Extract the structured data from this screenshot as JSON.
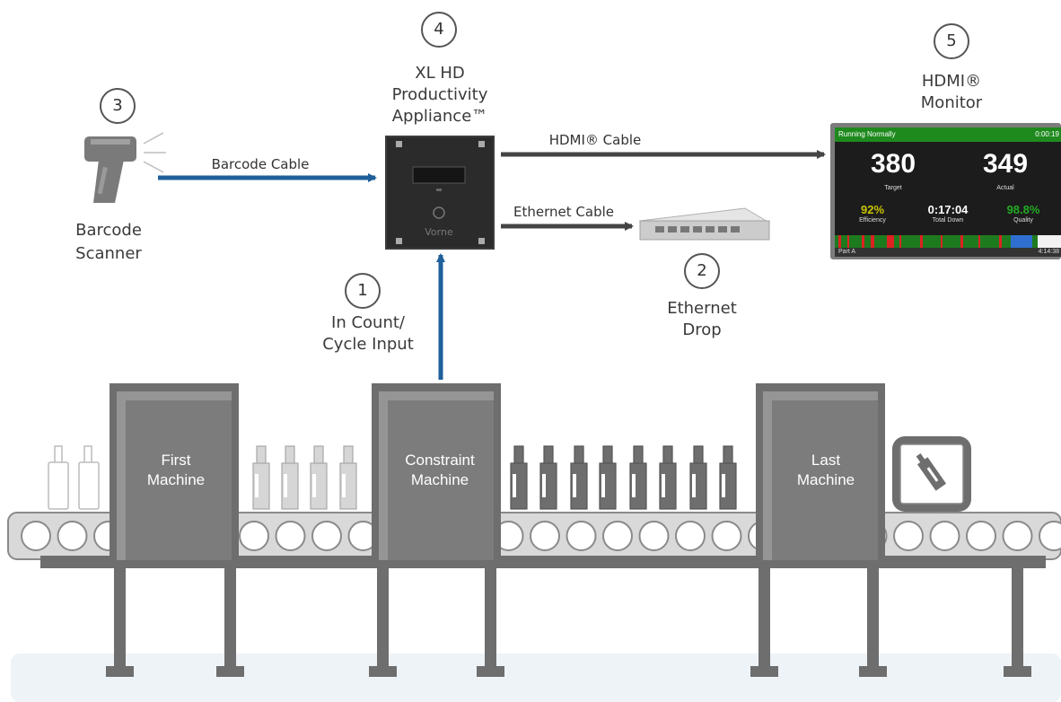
{
  "steps": {
    "in_count": {
      "number": "1",
      "lines": [
        "In Count/",
        "Cycle Input"
      ]
    },
    "ethernet_drop": {
      "number": "2",
      "lines": [
        "Ethernet",
        "Drop"
      ]
    },
    "barcode_scanner": {
      "number": "3",
      "lines": [
        "Barcode",
        "Scanner"
      ]
    },
    "appliance": {
      "number": "4",
      "lines": [
        "XL HD",
        "Productivity",
        "Appliance™"
      ]
    },
    "hdmi_monitor": {
      "number": "5",
      "lines": [
        "HDMI®",
        "Monitor"
      ]
    }
  },
  "cables": {
    "barcode": "Barcode Cable",
    "hdmi": "HDMI® Cable",
    "ethernet": "Ethernet Cable"
  },
  "appliance_badge": "Vorne",
  "machines": {
    "first": [
      "First",
      "Machine"
    ],
    "constraint": [
      "Constraint",
      "Machine"
    ],
    "last": [
      "Last",
      "Machine"
    ]
  },
  "monitor": {
    "status": "Running Normally",
    "elapsed": "0:00:19",
    "target_value": "380",
    "target_label": "Target",
    "actual_value": "349",
    "actual_label": "Actual",
    "efficiency_value": "92%",
    "efficiency_label": "Efficiency",
    "down_value": "0:17:04",
    "down_label": "Total Down",
    "quality_value": "98.8%",
    "quality_label": "Quality",
    "part": "Part A",
    "time": "4:14:38"
  },
  "colors": {
    "arrow_blue": "#1f5f9a",
    "arrow_dark": "#444444",
    "machine_gray": "#6e6e6e",
    "status_green": "#1e8a1e",
    "efficiency_yellow": "#c9c400",
    "quality_green": "#22aa22"
  }
}
